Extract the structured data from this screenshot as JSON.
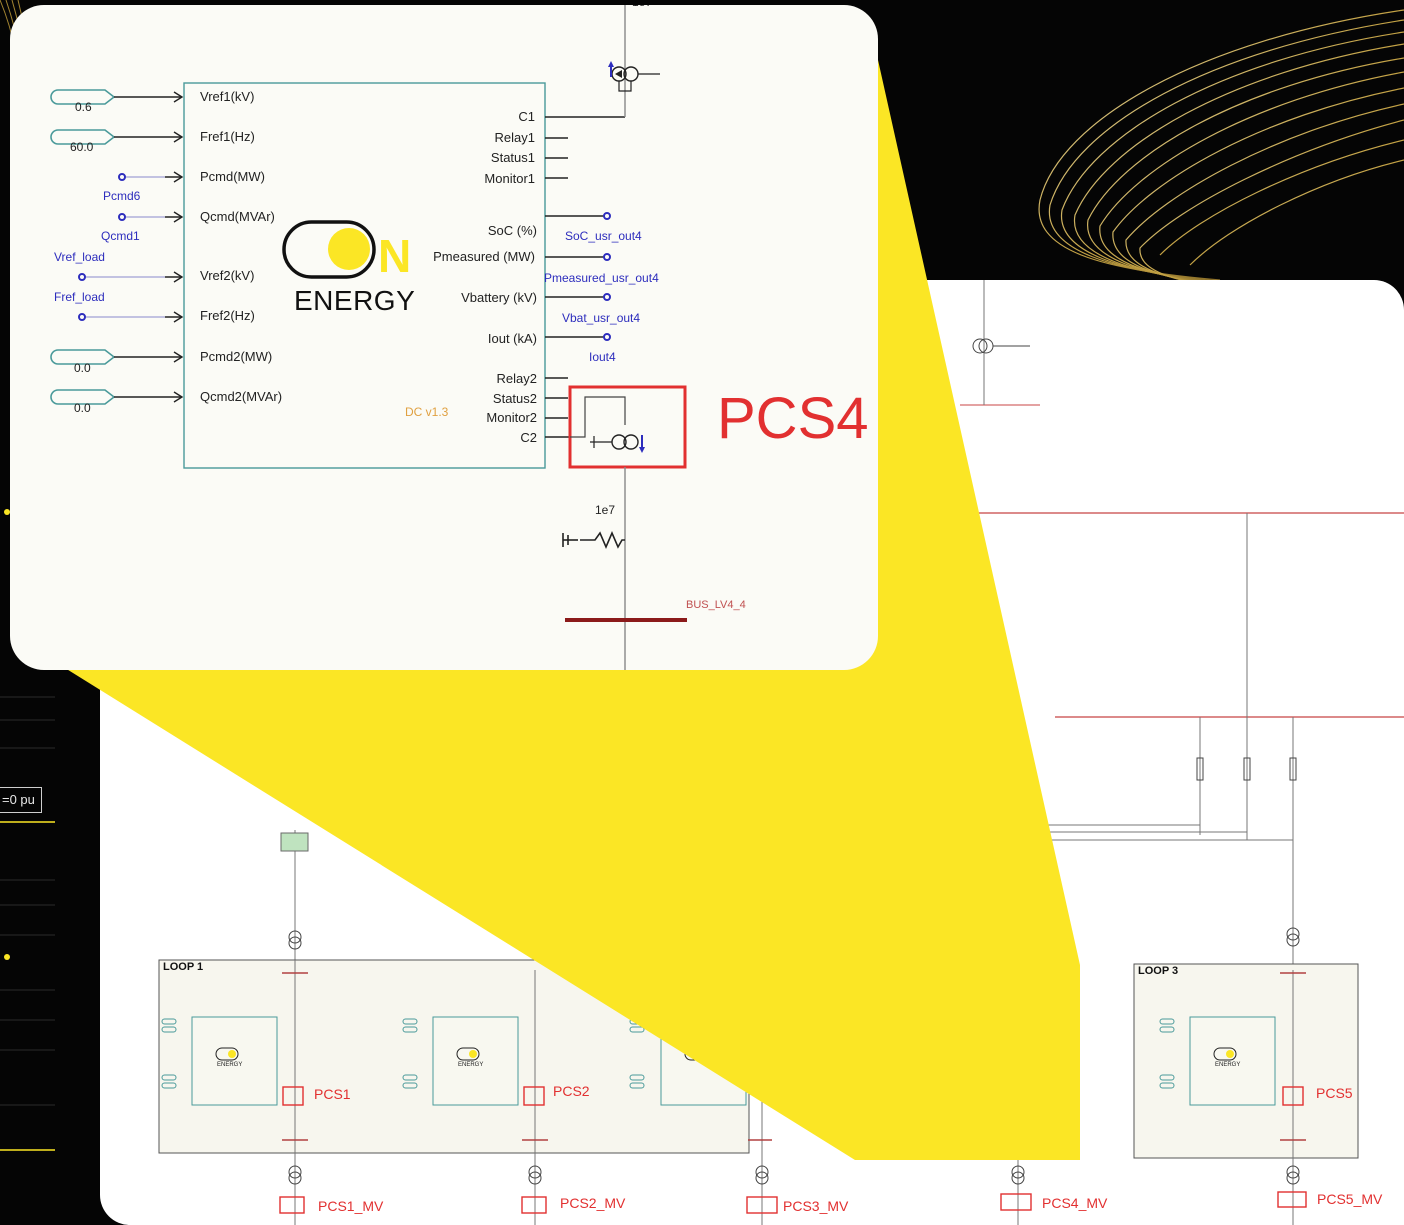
{
  "zoom": {
    "block": {
      "inputs": [
        "Vref1(kV)",
        "Fref1(Hz)",
        "Pcmd(MW)",
        "Qcmd(MVAr)",
        "Vref2(kV)",
        "Fref2(Hz)",
        "Pcmd2(MW)",
        "Qcmd2(MVAr)"
      ],
      "outputs_top": [
        "C1",
        "Relay1",
        "Status1",
        "Monitor1"
      ],
      "outputs_mid": [
        "SoC (%)",
        "Pmeasured (MW)",
        "Vbattery (kV)",
        "Iout (kA)"
      ],
      "outputs_bottom": [
        "Relay2",
        "Status2",
        "Monitor2",
        "C2"
      ],
      "version": "DC v1.3",
      "logo_text": "ENERGY",
      "logo_letter": "N"
    },
    "constants": [
      "0.6",
      "60.0",
      "0.0",
      "0.0"
    ],
    "signals_in": [
      "Pcmd6",
      "Qcmd1",
      "Vref_load",
      "Fref_load"
    ],
    "signals_out": [
      "SoC_usr_out4",
      "Pmeasured_usr_out4",
      "Vbat_usr_out4",
      "Iout4"
    ],
    "pcs_label": "PCS4",
    "resistor_top": "1e7",
    "resistor_value": "1e7",
    "bus_label": "BUS_LV4_4"
  },
  "schematic": {
    "loops": [
      "LOOP 1",
      "LOOP 3"
    ],
    "pcs": [
      "PCS1",
      "PCS2",
      "PCS5"
    ],
    "pcs_mv": [
      "PCS1_MV",
      "PCS2_MV",
      "PCS3_MV",
      "PCS4_MV",
      "PCS5_MV"
    ],
    "mini_logo": "ENERGY"
  },
  "left_panel": {
    "readout": "=0 pu"
  },
  "colors": {
    "accent": "#fbe625",
    "pcs_red": "#e23030",
    "signal_blue": "#2d2dbd",
    "block_border": "#4a9a9a",
    "bus_dark_red": "#8b1a1a"
  }
}
